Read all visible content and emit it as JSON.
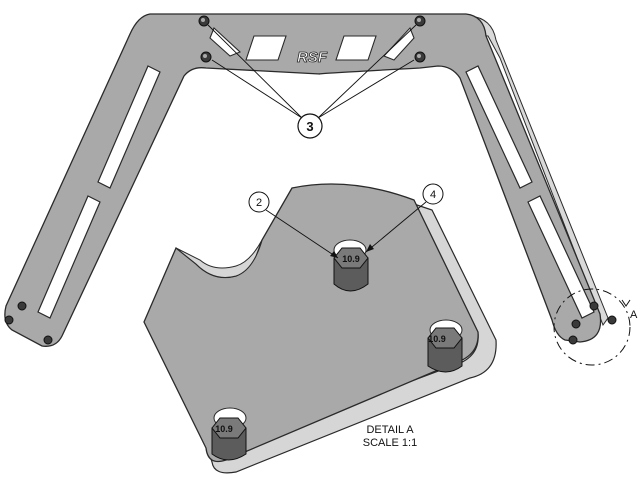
{
  "drawing": {
    "callouts": {
      "main_fasteners": "3",
      "bolt": "2",
      "washer": "4"
    },
    "detail_view": {
      "marker": "A",
      "title": "DETAIL A",
      "scale": "SCALE 1:1"
    },
    "bolt_grade_marking": "10.9",
    "logo_text": "RSF",
    "colors": {
      "part_face": "#a9a9a9",
      "part_side": "#cfcfcf",
      "part_edge": "#2a2a2a",
      "bolt": "#707070",
      "bolt_face": "#7a7a7a"
    }
  }
}
